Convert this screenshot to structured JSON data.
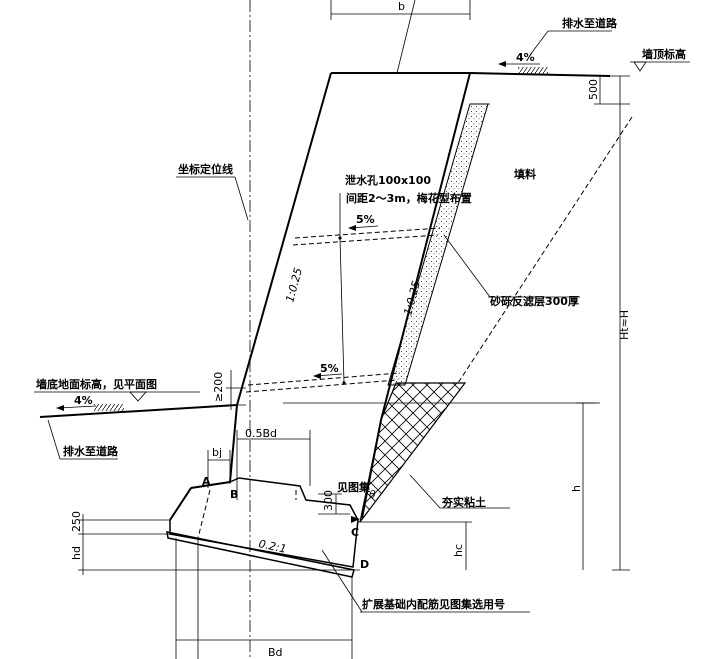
{
  "labels": {
    "drain_to_road_top": "排水至道路",
    "wall_top_elevation": "墙顶标高",
    "slope_top": "4%",
    "dim_500": "500",
    "dim_b": "b",
    "fill": "填料",
    "coord_line": "坐标定位线",
    "weep_hole_1": "泄水孔100x100",
    "weep_hole_2": "间距2～3m，梅花型布置",
    "slope_5_upper": "5%",
    "slope_5_lower": "5%",
    "face_ratio": "1:0.25",
    "back_ratio": "1:0.25",
    "filter_layer": "砂砾反滤层300厚",
    "dim_ht": "Ht≈H",
    "ground_elevation": "墙底地面标高，见平面图",
    "slope_ground": "4%",
    "dim_200": "≥200",
    "drain_to_road_bottom": "排水至道路",
    "dim_05bd": "0.5Bd",
    "dim_bj": "bj",
    "see_atlas": "见图集",
    "dim_300": "300",
    "theta": "θ",
    "compacted_clay": "夯实粘土",
    "dim_h": "h",
    "point_a": "A",
    "point_b": "B",
    "point_c": "C",
    "point_d": "D",
    "dim_250": "250",
    "dim_hd": "hd",
    "dim_hc": "hc",
    "base_ratio": "0.2:1",
    "rebar_note": "扩展基础内配筋见图集选用号",
    "dim_bd": "Bd"
  }
}
